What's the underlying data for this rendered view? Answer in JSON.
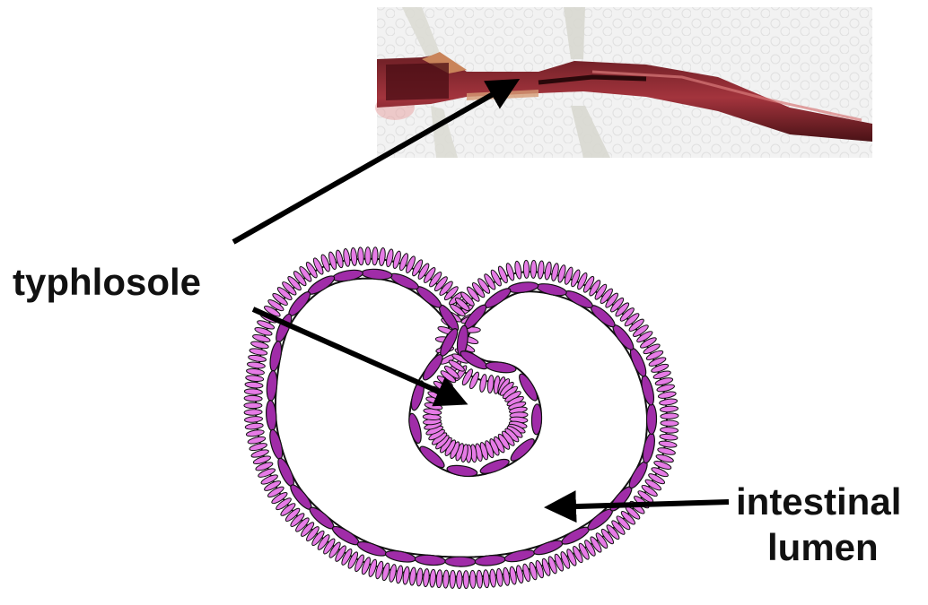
{
  "labels": {
    "typhlosole": "typhlosole",
    "intestinal": "intestinal",
    "lumen": "lumen"
  },
  "colors": {
    "cell_fill": "#e67be6",
    "cell_dark_fill": "#a02ca8",
    "tissue_outline": "#111111",
    "arrow": "#000000",
    "photo_background": "#ececec",
    "worm_dark": "#5a1418",
    "worm_red": "#8e2430"
  }
}
